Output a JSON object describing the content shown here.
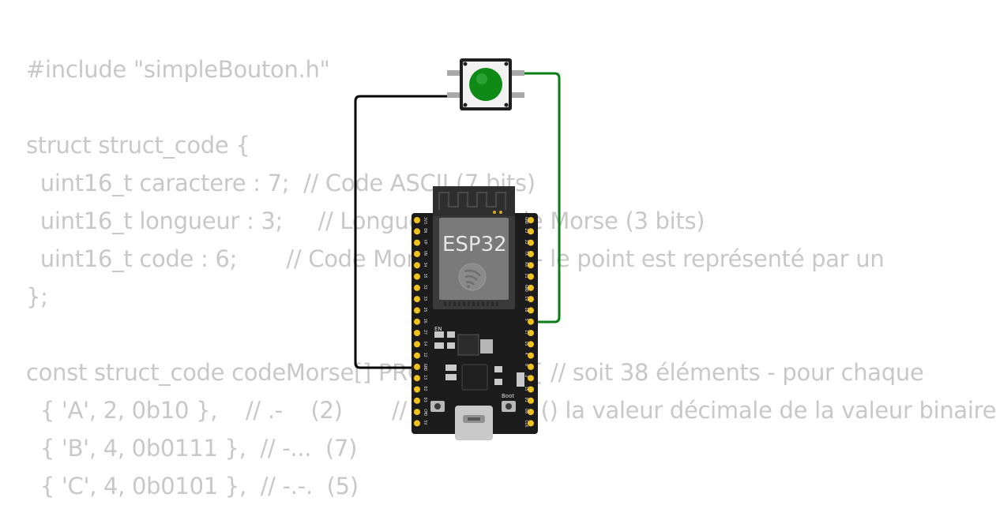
{
  "code": {
    "lines": [
      "#include \"simpleBouton.h\"",
      "",
      "struct struct_code {",
      "  uint16_t caractere : 7;  // Code ASCII (7 bits)",
      "  uint16_t longueur : 3;     // Longueur du code Morse (3 bits)",
      "  uint16_t code : 6;       // Code Morse (6 bits) - le point est représenté par un",
      "};",
      "",
      "const struct_code codeMorse[] PROGMEM = { // soit 38 éléments - pour chaque",
      "  { 'A', 2, 0b10 },    // .-    (2)       // avec entre () la valeur décimale de la valeur binaire",
      "  { 'B', 4, 0b0111 },  // -...  (7)",
      "  { 'C', 4, 0b0101 },  // -.-.  (5)"
    ]
  },
  "board": {
    "chip_label": "ESP32",
    "left_pins": [
      "3V3",
      "EN",
      "VP",
      "VN",
      "34",
      "35",
      "32",
      "33",
      "25",
      "26",
      "27",
      "14",
      "12",
      "GND",
      "13",
      "D2",
      "D3",
      "CMD",
      "5V"
    ],
    "right_pins": [
      "GND",
      "23",
      "22",
      "TX",
      "RX",
      "21",
      "GND",
      "19",
      "18",
      "5",
      "17",
      "16",
      "4",
      "0",
      "2",
      "15",
      "D1",
      "D0",
      "CLK"
    ],
    "en_label": "EN",
    "boot_label": "Boot",
    "colors": {
      "board": "#1c1c1c",
      "pins": "#f2c21b",
      "wire_gnd": "#000000",
      "wire_signal": "#0a7d16"
    }
  },
  "button": {
    "color": "#0f8a17"
  }
}
